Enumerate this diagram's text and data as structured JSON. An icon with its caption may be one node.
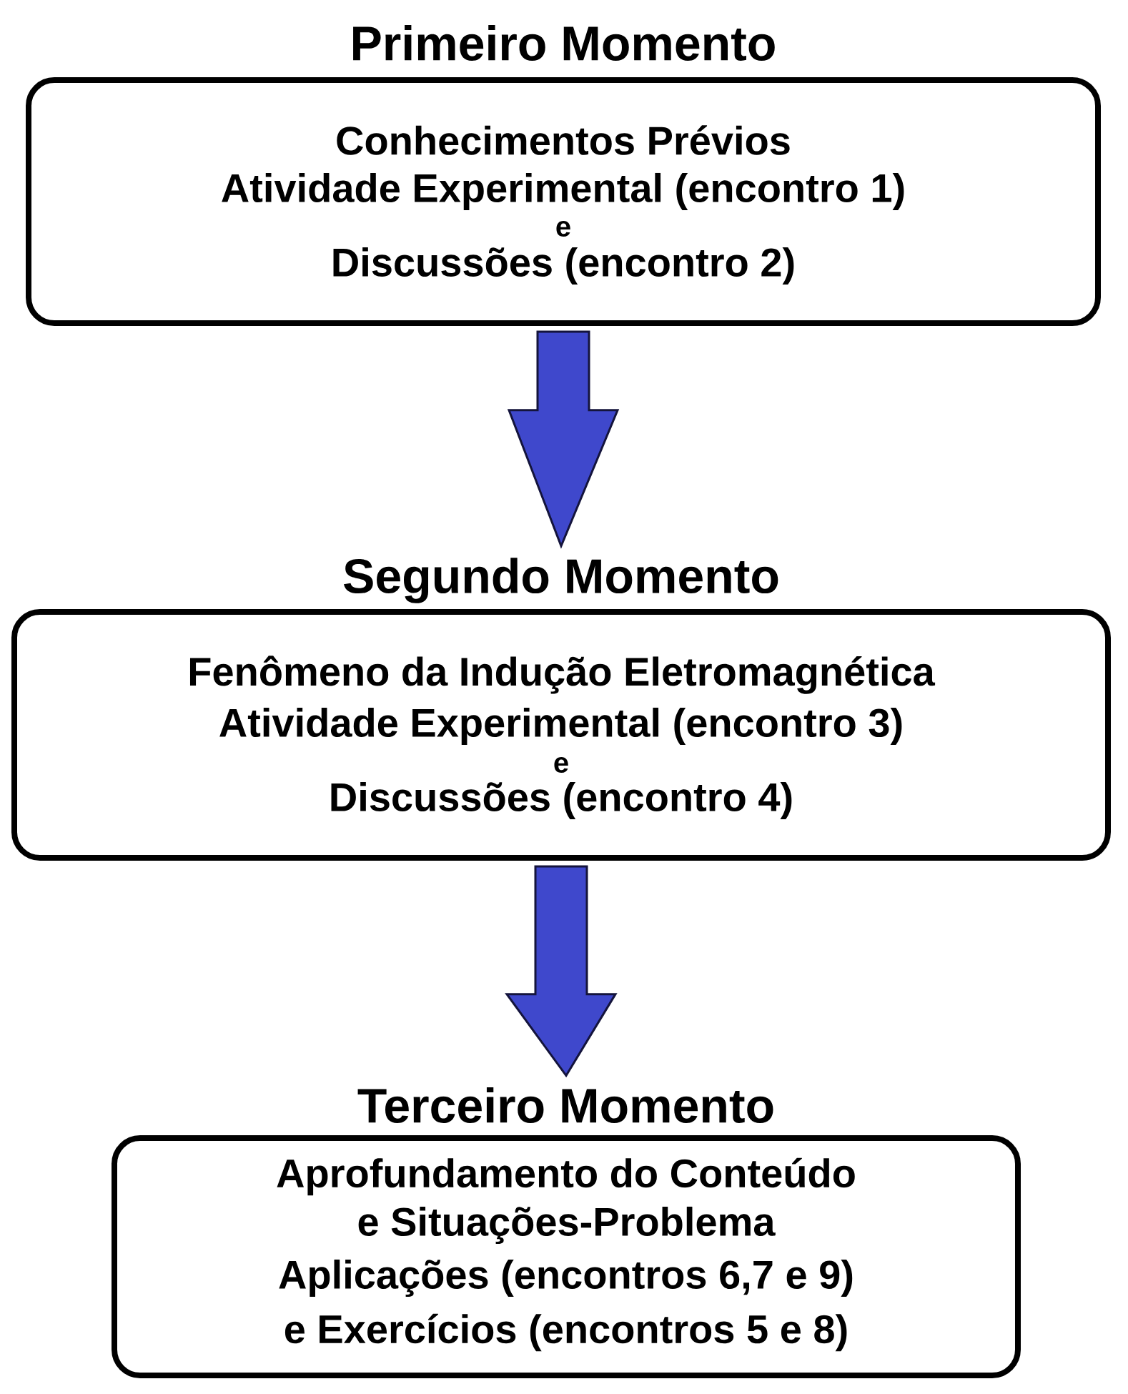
{
  "diagram": {
    "nodes": [
      {
        "text": [
          "Primeiro Momento",
          "Conhecimentos Prévios",
          "Atividade Experimental (encontro 1)",
          "e",
          "Discussões (encontro 2)"
        ]
      },
      {
        "text": [
          "Segundo Momento",
          "Fenômeno da Indução Eletromagnética",
          "Atividade Experimental (encontro 3)",
          "e",
          "Discussões (encontro 4)"
        ]
      },
      {
        "text": [
          "Terceiro Momento",
          "Aprofundamento do Conteúdo",
          "e Situações-Problema",
          "Aplicações (encontros 6,7 e 9)",
          "e Exercícios (encontros 5 e 8)"
        ]
      }
    ],
    "edges": [
      {
        "from": 0,
        "to": 1,
        "arrow": "to"
      },
      {
        "from": 1,
        "to": 2,
        "arrow": "to"
      }
    ]
  }
}
